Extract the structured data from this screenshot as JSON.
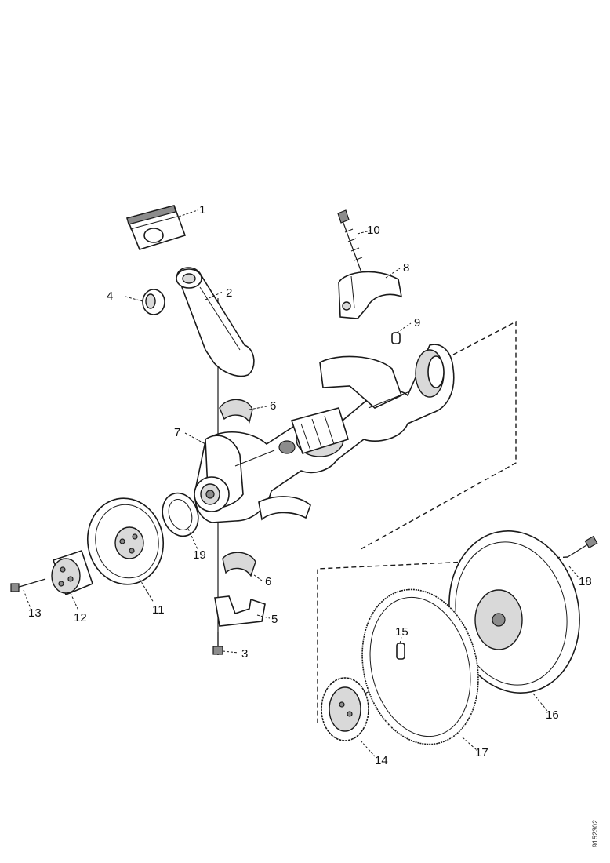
{
  "diagram": {
    "callouts": {
      "c1": "1",
      "c2": "2",
      "c3": "3",
      "c4": "4",
      "c5": "5",
      "c6a": "6",
      "c6b": "6",
      "c7": "7",
      "c8": "8",
      "c9": "9",
      "c10": "10",
      "c11": "11",
      "c12": "12",
      "c13": "13",
      "c14": "14",
      "c15": "15",
      "c16": "16",
      "c17": "17",
      "c18": "18",
      "c19": "19"
    },
    "reference_code": "9152302"
  }
}
